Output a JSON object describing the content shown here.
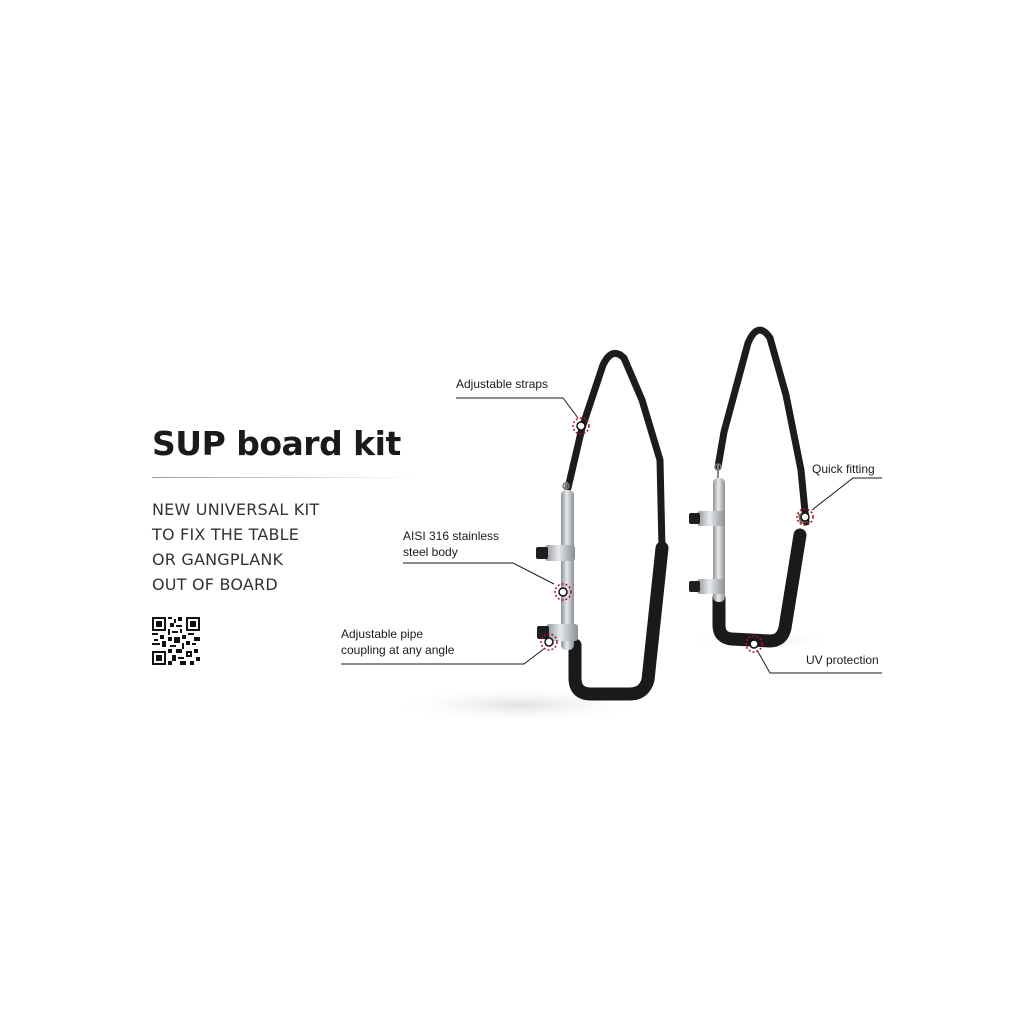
{
  "title": "SUP board kit",
  "subtitle_lines": [
    "NEW UNIVERSAL KIT",
    "TO FIX THE TABLE",
    "OR GANGPLANK",
    "OUT OF BOARD"
  ],
  "callouts": {
    "straps": "Adjustable straps",
    "steel_line1": "AISI 316 stainless",
    "steel_line2": "steel body",
    "coupling_line1": "Adjustable pipe",
    "coupling_line2": "coupling at any angle",
    "fitting": "Quick fitting",
    "uv": "UV protection"
  },
  "colors": {
    "accent": "#b5122a",
    "strap": "#1c1c1c",
    "steel": "#b9bcbf",
    "text": "#1a1a1a"
  },
  "icons": {
    "qr": "qr-code-icon",
    "hotspot": "hotspot-ring-icon"
  }
}
